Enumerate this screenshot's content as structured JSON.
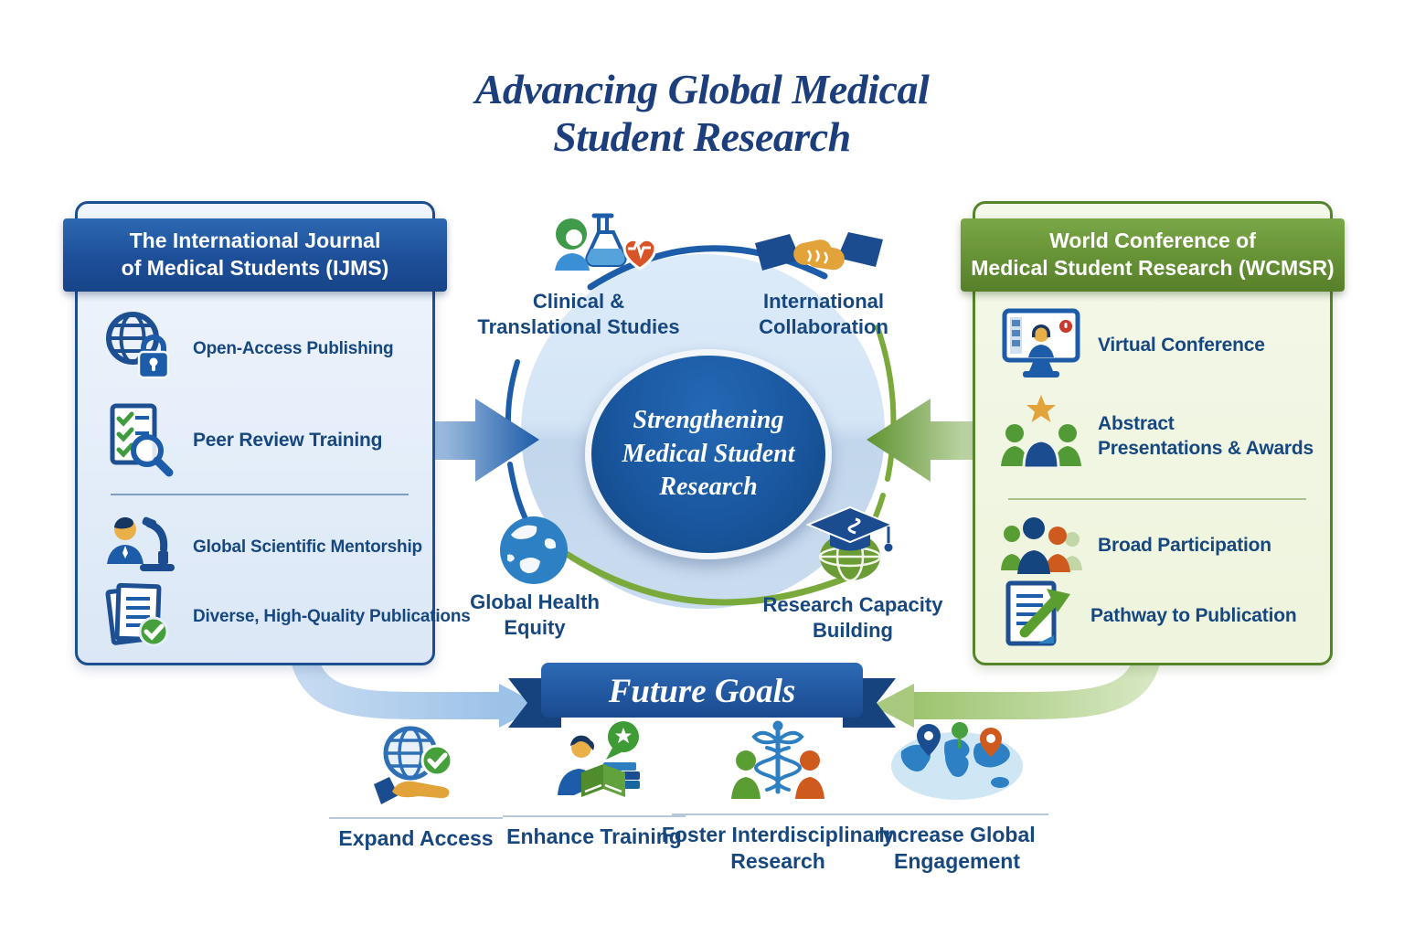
{
  "title": {
    "lines": [
      "Advancing Global Medical",
      "Student Research"
    ]
  },
  "left_panel": {
    "header_lines": [
      "The International Journal",
      "of Medical Students (IJMS)"
    ],
    "items": [
      {
        "icon": "globe-lock-icon",
        "lines": [
          "Open-Access Publishing"
        ]
      },
      {
        "icon": "peer-review-checklist-icon",
        "lines": [
          "Peer Review Training"
        ]
      },
      {
        "icon": "mentorship-microscope-icon",
        "lines": [
          "Global Scientific Mentorship"
        ]
      },
      {
        "icon": "publications-check-icon",
        "lines": [
          "Diverse, High-Quality Publications"
        ]
      }
    ]
  },
  "right_panel": {
    "header_lines": [
      "World Conference of",
      "Medical Student Research (WCMSR)"
    ],
    "items": [
      {
        "icon": "virtual-conference-icon",
        "lines": [
          "Virtual Conference"
        ]
      },
      {
        "icon": "abstract-awards-icon",
        "lines": [
          "Abstract",
          "Presentations & Awards"
        ]
      },
      {
        "icon": "broad-participation-icon",
        "lines": [
          "Broad Participation"
        ]
      },
      {
        "icon": "pathway-publication-icon",
        "lines": [
          "Pathway to Publication"
        ]
      }
    ]
  },
  "center": {
    "core_lines": [
      "Strengthening",
      "Medical Student",
      "Research"
    ],
    "nodes": [
      {
        "icon": "clinical-translational-icon",
        "lines": [
          "Clinical &",
          "Translational Studies"
        ]
      },
      {
        "icon": "handshake-icon",
        "lines": [
          "International",
          "Collaboration"
        ]
      },
      {
        "icon": "global-health-globe-icon",
        "lines": [
          "Global Health",
          "Equity"
        ]
      },
      {
        "icon": "research-capacity-icon",
        "lines": [
          "Research Capacity",
          "Building"
        ]
      }
    ]
  },
  "future_goals": {
    "banner_label": "Future Goals",
    "goals": [
      {
        "icon": "hand-globe-check-icon",
        "lines": [
          "Expand Access"
        ]
      },
      {
        "icon": "enhance-training-icon",
        "lines": [
          "Enhance Training"
        ]
      },
      {
        "icon": "interdisciplinary-caduceus-icon",
        "lines": [
          "Foster Interdisciplinary",
          "Research"
        ]
      },
      {
        "icon": "global-engagement-map-icon",
        "lines": [
          "Increase Global",
          "Engagement"
        ]
      }
    ]
  },
  "colors": {
    "navy_text": "#1c3e7c",
    "blue_primary": "#1d5ca8",
    "blue_dark": "#16437e",
    "panel_blue_bg": "#e6eff9",
    "panel_blue_border": "#1d4e8f",
    "green_primary": "#6b9c35",
    "green_dark": "#55842a",
    "panel_green_bg": "#f0f5e1",
    "orange": "#cf5a1e",
    "red_heart": "#d85427",
    "gold": "#e3a33b",
    "light_blue_circle": "#d4e5f6"
  }
}
